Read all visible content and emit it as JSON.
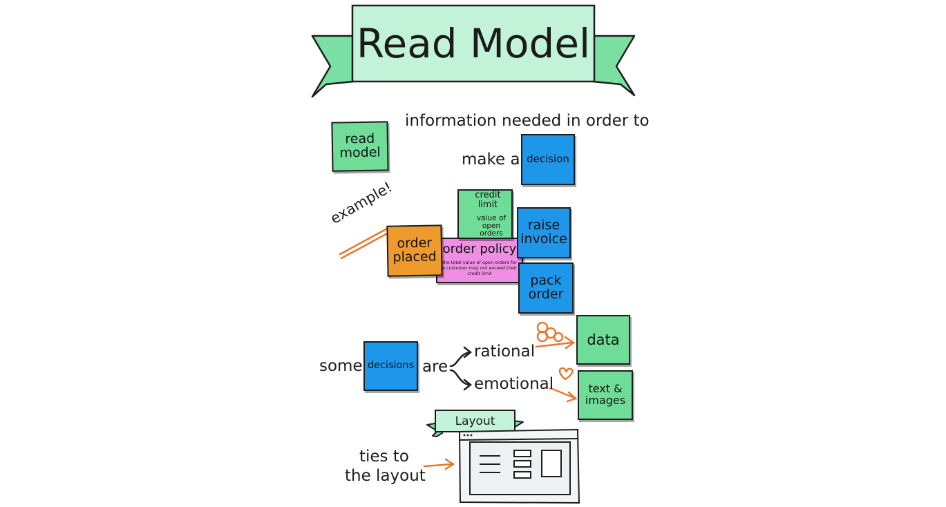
{
  "title": "Read Model",
  "intro": {
    "read_model_note": "read model",
    "line1": "information needed in order to",
    "line2": "make a",
    "decision_note": "decision"
  },
  "example": {
    "label": "example!",
    "order_placed": "order placed",
    "order_policy": "order policy",
    "policy_rule": "the total value of open orders for a customer may not exceed their credit limit",
    "read_model_bullets": [
      "credit limit",
      "value of open orders"
    ],
    "raise_invoice": "raise invoice",
    "pack_order": "pack order"
  },
  "decisions": {
    "some": "some",
    "decisions_note": "decisions",
    "are": "are",
    "rational": "rational",
    "emotional": "emotional",
    "data_note": "data",
    "text_images_note": "text & images"
  },
  "layout": {
    "banner": "Layout",
    "ties_line1": "ties to",
    "ties_line2": "the layout"
  },
  "colors": {
    "read_model": "#6fdd98",
    "command": "#1e97ea",
    "event": "#ee9a2c",
    "policy": "#f08ee4",
    "banner": "#c2f3d8",
    "arrow": "#e8772c"
  }
}
